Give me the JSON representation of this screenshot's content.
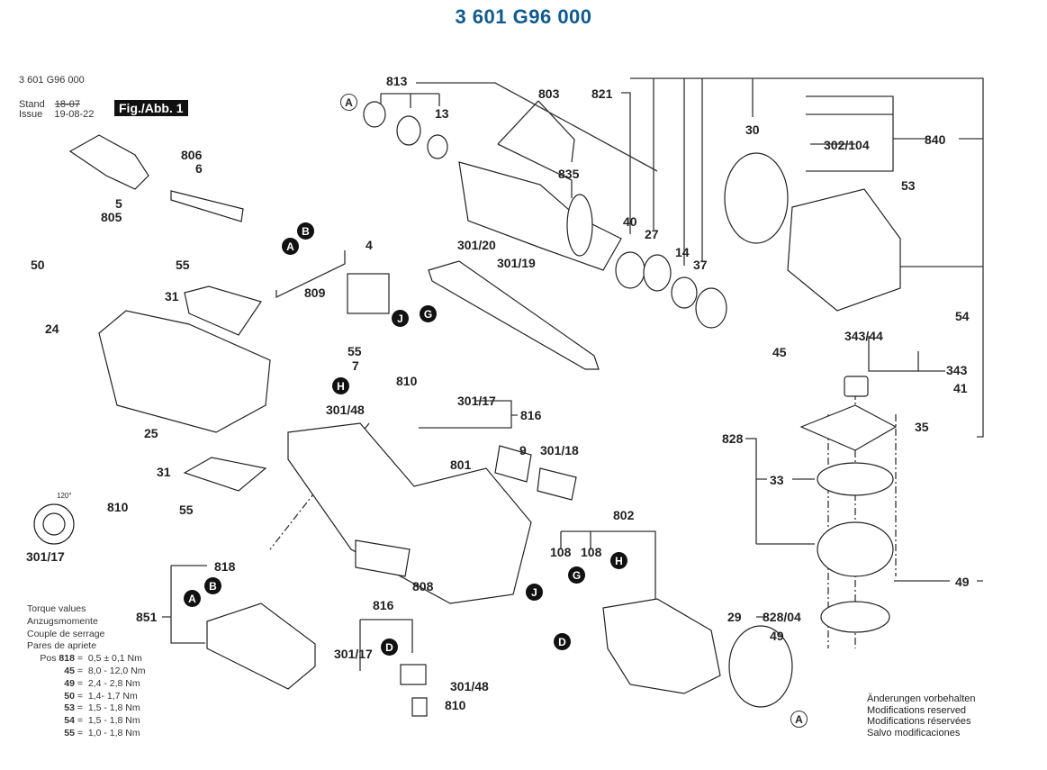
{
  "header": {
    "title": "3 601 G96 000",
    "title_color": "#0f5a8f",
    "part_number": "3 601 G96 000",
    "stand_label": "Stand",
    "issue_label": "Issue",
    "old_date": "18-07",
    "issue_date": "19-08-22",
    "figure_label": "Fig./Abb. 1"
  },
  "part_labels": {
    "p813": "813",
    "p803": "803",
    "p821": "821",
    "p13": "13",
    "p835": "835",
    "p806": "806",
    "p6": "6",
    "p5": "5",
    "p805": "805",
    "p30": "30",
    "p840": "840",
    "p302_104": "302/104",
    "p53": "53",
    "p40": "40",
    "p27": "27",
    "p14": "14",
    "p37": "37",
    "p45": "45",
    "p54": "54",
    "p343_44": "343/44",
    "p343": "343",
    "p41": "41",
    "p35": "35",
    "p828": "828",
    "p33": "33",
    "p49a": "49",
    "p828_04": "828/04",
    "p49b": "49",
    "p29": "29",
    "p50": "50",
    "p55a": "55",
    "p31a": "31",
    "p24": "24",
    "p25": "25",
    "p31b": "31",
    "p55b": "55",
    "p810a": "810",
    "p301_17a": "301/17",
    "p4": "4",
    "p809": "809",
    "p301_20": "301/20",
    "p301_19": "301/19",
    "p55c": "55",
    "p7": "7",
    "p810b": "810",
    "p301_17b": "301/17",
    "p816a": "816",
    "p301_48a": "301/48",
    "p9": "9",
    "p301_18": "301/18",
    "p801": "801",
    "p808": "808",
    "p802": "802",
    "p108a": "108",
    "p108b": "108",
    "p818": "818",
    "p851": "851",
    "p816b": "816",
    "p301_17c": "301/17",
    "p301_48b": "301/48",
    "p810c": "810",
    "angle": "120°"
  },
  "connector_markers": {
    "A": "A",
    "B": "B",
    "D": "D",
    "G": "G",
    "H": "H",
    "J": "J"
  },
  "torque": {
    "headings": [
      "Torque values",
      "Anzugsmomente",
      "Couple de serrage",
      "Pares de apriete"
    ],
    "pos_label": "Pos",
    "rows": [
      {
        "pos": "818",
        "value": "0,5 ± 0,1 Nm"
      },
      {
        "pos": "45",
        "value": "8,0 - 12,0 Nm"
      },
      {
        "pos": "49",
        "value": "2,4 - 2,8 Nm"
      },
      {
        "pos": "50",
        "value": "1,4- 1,7 Nm"
      },
      {
        "pos": "53",
        "value": "1,5 - 1,8 Nm"
      },
      {
        "pos": "54",
        "value": "1,5 - 1,8 Nm"
      },
      {
        "pos": "55",
        "value": "1,0 - 1,8 Nm"
      }
    ]
  },
  "modifications": [
    "Änderungen vorbehalten",
    "Modifications reserved",
    "Modifications réservées",
    "Salvo modificaciones"
  ]
}
